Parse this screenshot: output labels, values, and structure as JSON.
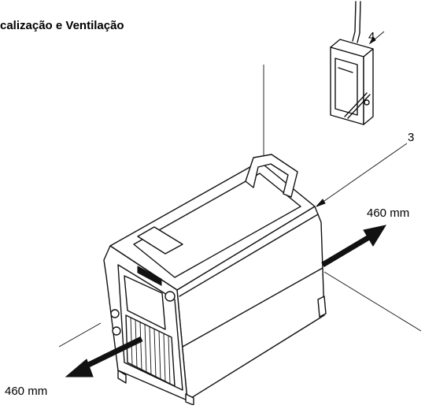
{
  "title": "calização e Ventilação",
  "callouts": {
    "c3": "3",
    "c4": "4"
  },
  "dimensions": {
    "right": "460 mm",
    "left": "460 mm"
  },
  "colors": {
    "ink": "#111111",
    "background": "#ffffff"
  }
}
